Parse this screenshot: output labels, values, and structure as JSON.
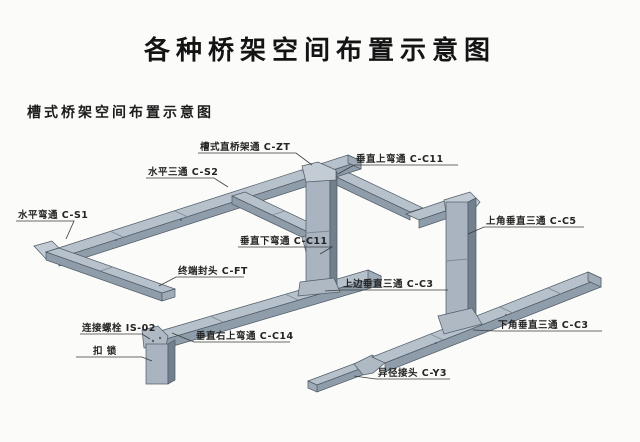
{
  "title": "各种桥架空间布置示意图",
  "subtitle": "槽式桥架空间布置示意图",
  "colors": {
    "background": "#fbfbf9",
    "tray_top": "#b7c1cb",
    "tray_side": "#8f9ca9",
    "tray_dark": "#72808d",
    "outline": "#4e5a66",
    "text": "#1c1c1c"
  },
  "labels": [
    {
      "id": "c-zt",
      "text": "槽式直桥架通 C-ZT"
    },
    {
      "id": "c-s2",
      "text": "水平三通 C-S2"
    },
    {
      "id": "c-s1",
      "text": "水平弯通 C-S1"
    },
    {
      "id": "c-c11-up",
      "text": "垂直上弯通 C-C11"
    },
    {
      "id": "c-c5",
      "text": "上角垂直三通 C-C5"
    },
    {
      "id": "c-c11-down",
      "text": "垂直下弯通 C-C11"
    },
    {
      "id": "c-ft",
      "text": "终端封头 C-FT"
    },
    {
      "id": "c-c3-upper",
      "text": "上边垂直三通 C-C3"
    },
    {
      "id": "is-02",
      "text": "连接螺栓 IS-02"
    },
    {
      "id": "lock",
      "text": "扣 锁"
    },
    {
      "id": "c-c14",
      "text": "垂直右上弯通 C-C14"
    },
    {
      "id": "c-c3-lower",
      "text": "下角垂直三通 C-C3"
    },
    {
      "id": "c-y3",
      "text": "异径接头 C-Y3"
    }
  ]
}
